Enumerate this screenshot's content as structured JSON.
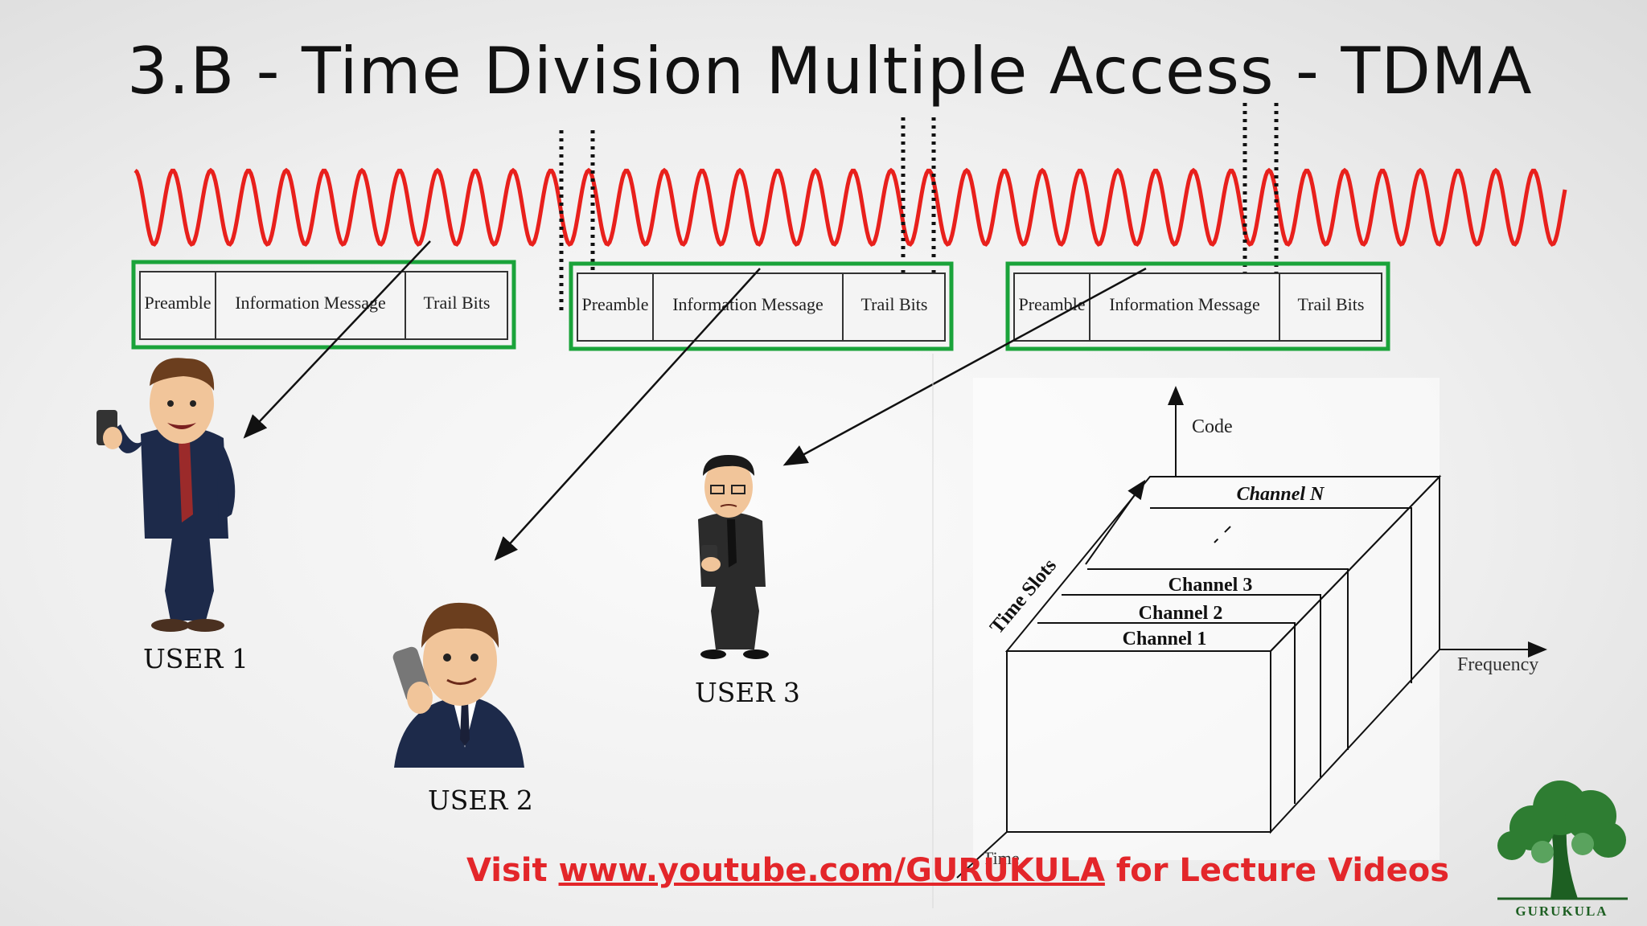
{
  "title": "3.B - Time Division Multiple Access - TDMA",
  "frames": [
    {
      "preamble": "Preamble",
      "info": "Information Message",
      "trail": "Trail Bits"
    },
    {
      "preamble": "Preamble",
      "info": "Information Message",
      "trail": "Trail Bits"
    },
    {
      "preamble": "Preamble",
      "info": "Information Message",
      "trail": "Trail Bits"
    }
  ],
  "users": [
    "USER 1",
    "USER 2",
    "USER 3"
  ],
  "cube": {
    "code_axis": "Code",
    "frequency_axis": "Frequency",
    "time_axis": "Time",
    "time_slots": "Time Slots",
    "channels": [
      "Channel N",
      "Channel 3",
      "Channel 2",
      "Channel 1"
    ]
  },
  "footer": {
    "prefix": "Visit ",
    "url": "www.youtube.com/GURUKULA",
    "suffix": " for Lecture  Videos"
  },
  "logo": {
    "name": "GURUKULA"
  },
  "colors": {
    "wave": "#e8201c",
    "frame_border": "#1aa33a",
    "footer": "#e3262a",
    "logo": "#1d5f22"
  }
}
